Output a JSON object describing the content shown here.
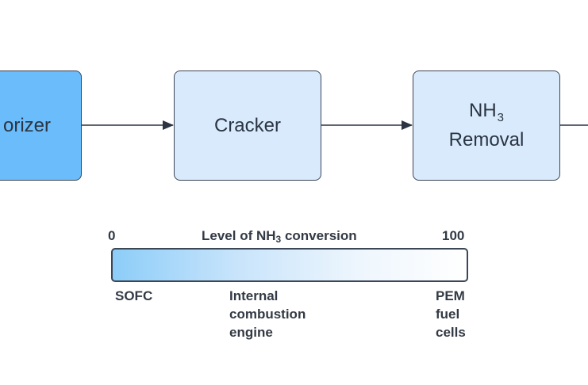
{
  "diagram": {
    "nodes": [
      {
        "id": "vaporizer",
        "label": "orizer"
      },
      {
        "id": "cracker",
        "label": "Cracker"
      },
      {
        "id": "nh3-removal",
        "label_main": "NH",
        "label_sub": "3",
        "label_line2": "Removal"
      }
    ],
    "edges": [
      {
        "from": "vaporizer",
        "to": "cracker"
      },
      {
        "from": "cracker",
        "to": "nh3-removal"
      },
      {
        "from": "nh3-removal",
        "to": "offscreen-right"
      }
    ],
    "colors": {
      "vaporizer_fill": "#6bbcfb",
      "process_fill": "#d9eafd",
      "stroke": "#3b4656",
      "text": "#2b3442"
    }
  },
  "scale": {
    "min_label": "0",
    "max_label": "100",
    "title_prefix": "Level of NH",
    "title_sub": "3",
    "title_suffix": " conversion",
    "gradient_start": "#8ccdf8",
    "gradient_end": "#ffffff",
    "applications": [
      {
        "lines": [
          "SOFC"
        ]
      },
      {
        "lines": [
          "Internal",
          "combustion",
          "engine"
        ]
      },
      {
        "lines": [
          "PEM",
          "fuel",
          "cells"
        ]
      }
    ]
  }
}
